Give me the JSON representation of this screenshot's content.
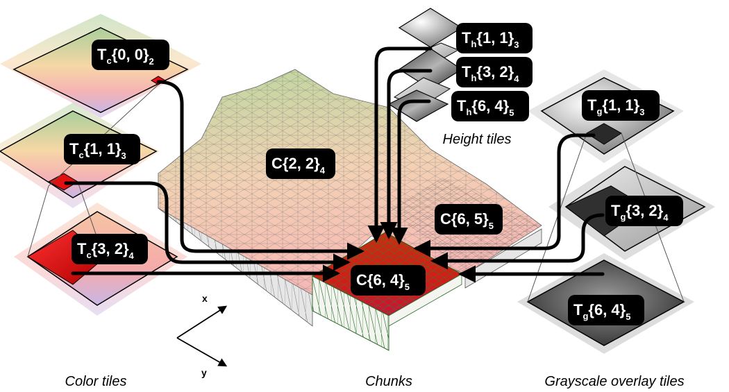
{
  "captions": {
    "color_tiles": "Color tiles",
    "chunks": "Chunks",
    "height_tiles": "Height tiles",
    "grayscale_tiles": "Grayscale overlay tiles"
  },
  "axes": {
    "x": "x",
    "y": "y"
  },
  "labels": {
    "tc00": {
      "base": "T",
      "sub": "c",
      "coords": "{0, 0}",
      "level": "2"
    },
    "tc11": {
      "base": "T",
      "sub": "c",
      "coords": "{1, 1}",
      "level": "3"
    },
    "tc32": {
      "base": "T",
      "sub": "c",
      "coords": "{3, 2}",
      "level": "4"
    },
    "c22": {
      "base": "C",
      "sub": "",
      "coords": "{2, 2}",
      "level": "4"
    },
    "c65": {
      "base": "C",
      "sub": "",
      "coords": "{6, 5}",
      "level": "5"
    },
    "c64": {
      "base": "C",
      "sub": "",
      "coords": "{6, 4}",
      "level": "5"
    },
    "th11": {
      "base": "T",
      "sub": "h",
      "coords": "{1, 1}",
      "level": "3"
    },
    "th32": {
      "base": "T",
      "sub": "h",
      "coords": "{3, 2}",
      "level": "4"
    },
    "th64": {
      "base": "T",
      "sub": "h",
      "coords": "{6, 4}",
      "level": "5"
    },
    "tg11": {
      "base": "T",
      "sub": "g",
      "coords": "{1, 1}",
      "level": "3"
    },
    "tg32": {
      "base": "T",
      "sub": "g",
      "coords": "{3, 2}",
      "level": "4"
    },
    "tg64": {
      "base": "T",
      "sub": "g",
      "coords": "{6, 4}",
      "level": "5"
    }
  },
  "colors": {
    "terrain_top": "#c9d9a8",
    "terrain_mid": "#f2d0b8",
    "terrain_low": "#f5b8b8",
    "chunk_red": "#d42020",
    "label_bg": "#000000",
    "label_fg": "#ffffff"
  }
}
